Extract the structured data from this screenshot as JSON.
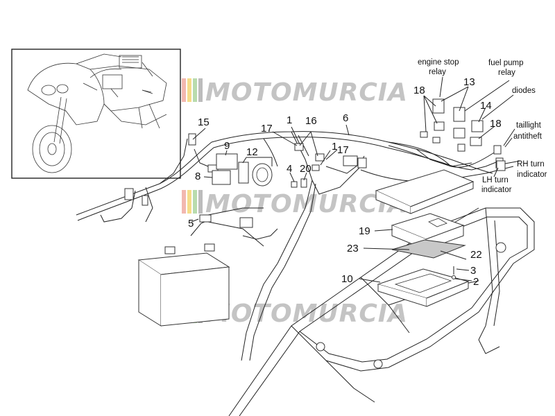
{
  "callouts": {
    "c1a": "1",
    "c1b": "1",
    "c2": "2",
    "c3": "3",
    "c4": "4",
    "c5": "5",
    "c6": "6",
    "c8": "8",
    "c9": "9",
    "c10": "10",
    "c12": "12",
    "c13": "13",
    "c14": "14",
    "c15": "15",
    "c16": "16",
    "c17a": "17",
    "c17b": "17",
    "c18a": "18",
    "c18b": "18",
    "c19": "19",
    "c20": "20",
    "c22": "22",
    "c23": "23"
  },
  "labels": {
    "engine_stop_1": "engine stop",
    "engine_stop_2": "relay",
    "fuel_pump_1": "fuel pump",
    "fuel_pump_2": "relay",
    "diodes": "diodes",
    "taillight": "taillight",
    "antitheft": "antitheft",
    "rh_turn_1": "RH turn",
    "rh_turn_2": "indicator",
    "lh_turn_1": "LH turn",
    "lh_turn_2": "indicator"
  },
  "watermark": {
    "text": "MOTOMURCIA",
    "stripe_colors": [
      "#f2b8b0",
      "#f5dc8a",
      "#b9dcae"
    ]
  }
}
